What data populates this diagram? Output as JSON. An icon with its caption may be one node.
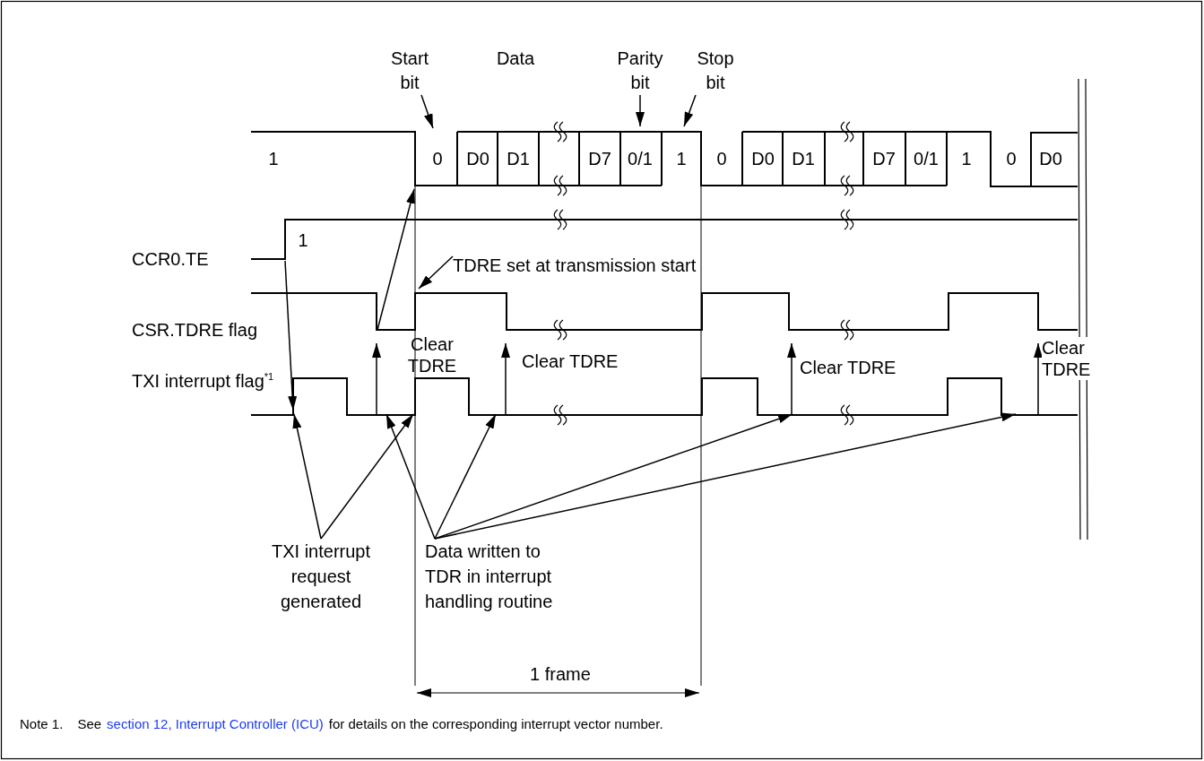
{
  "diagram": {
    "nodes": [
      {
        "text": [
          "Start bit"
        ]
      },
      {
        "text": [
          "Parity bit"
        ]
      },
      {
        "text": [
          "Stop bit"
        ]
      },
      {
        "text": [
          "TDRE set at transmission start"
        ]
      },
      {
        "text": [
          "TXI interrupt request generated"
        ]
      },
      {
        "text": [
          "Data written to TDR in interrupt handling routine"
        ]
      }
    ],
    "edges": [
      {
        "from": 0,
        "to": null,
        "arrow": "to"
      },
      {
        "from": 1,
        "to": null,
        "arrow": "to"
      },
      {
        "from": 2,
        "to": null,
        "arrow": "to"
      },
      {
        "from": 3,
        "to": null,
        "arrow": "to"
      },
      {
        "from": 4,
        "to": null,
        "arrow": "to"
      },
      {
        "from": 4,
        "to": null,
        "arrow": "to"
      },
      {
        "from": 5,
        "to": null,
        "arrow": "to"
      },
      {
        "from": 5,
        "to": null,
        "arrow": "to"
      },
      {
        "from": 5,
        "to": null,
        "arrow": "to"
      },
      {
        "from": 5,
        "to": null,
        "arrow": "to"
      }
    ],
    "labels": [
      "Data",
      "1",
      "0",
      "D0",
      "D1",
      "D7",
      "0/1",
      "1",
      "0",
      "D0",
      "D1",
      "D7",
      "0/1",
      "1",
      "0",
      "D0",
      "1",
      "CCR0.TE",
      "CSR.TDRE flag",
      "Clear TDRE",
      "Clear TDRE",
      "Clear TDRE",
      "Clear TDRE",
      "TXI interrupt flag$^{*1}$",
      "1 frame",
      "Note 1.",
      "See",
      "section 12, Interrupt Controller (ICU)",
      "for details on the corresponding interrupt vector number."
    ]
  }
}
